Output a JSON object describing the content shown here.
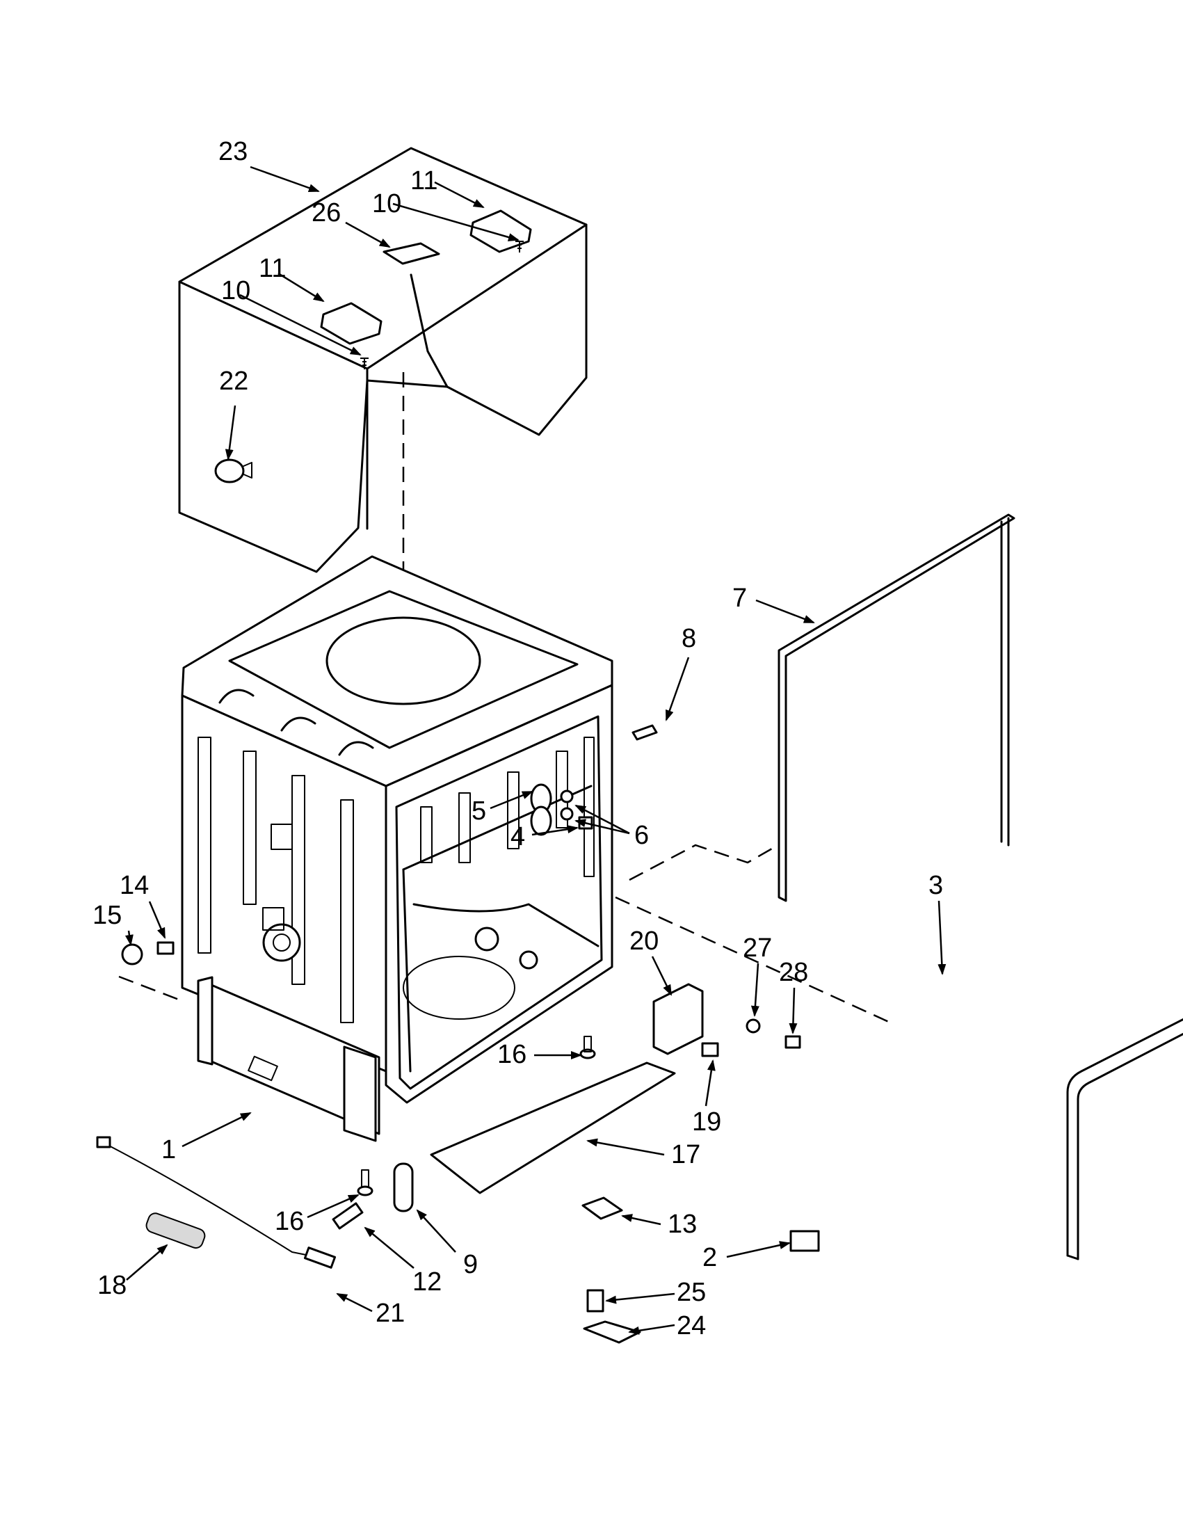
{
  "callouts": [
    {
      "id": "c1",
      "label": "1"
    },
    {
      "id": "c2",
      "label": "2"
    },
    {
      "id": "c3",
      "label": "3"
    },
    {
      "id": "c4",
      "label": "4"
    },
    {
      "id": "c5",
      "label": "5"
    },
    {
      "id": "c6",
      "label": "6"
    },
    {
      "id": "c7",
      "label": "7"
    },
    {
      "id": "c8",
      "label": "8"
    },
    {
      "id": "c9",
      "label": "9"
    },
    {
      "id": "c10a",
      "label": "10"
    },
    {
      "id": "c10b",
      "label": "10"
    },
    {
      "id": "c11a",
      "label": "11"
    },
    {
      "id": "c11b",
      "label": "11"
    },
    {
      "id": "c12",
      "label": "12"
    },
    {
      "id": "c13",
      "label": "13"
    },
    {
      "id": "c14",
      "label": "14"
    },
    {
      "id": "c15",
      "label": "15"
    },
    {
      "id": "c16a",
      "label": "16"
    },
    {
      "id": "c16b",
      "label": "16"
    },
    {
      "id": "c17",
      "label": "17"
    },
    {
      "id": "c18",
      "label": "18"
    },
    {
      "id": "c19",
      "label": "19"
    },
    {
      "id": "c20",
      "label": "20"
    },
    {
      "id": "c21",
      "label": "21"
    },
    {
      "id": "c22",
      "label": "22"
    },
    {
      "id": "c23",
      "label": "23"
    },
    {
      "id": "c24",
      "label": "24"
    },
    {
      "id": "c25",
      "label": "25"
    },
    {
      "id": "c26",
      "label": "26"
    },
    {
      "id": "c27",
      "label": "27"
    },
    {
      "id": "c28",
      "label": "28"
    }
  ]
}
